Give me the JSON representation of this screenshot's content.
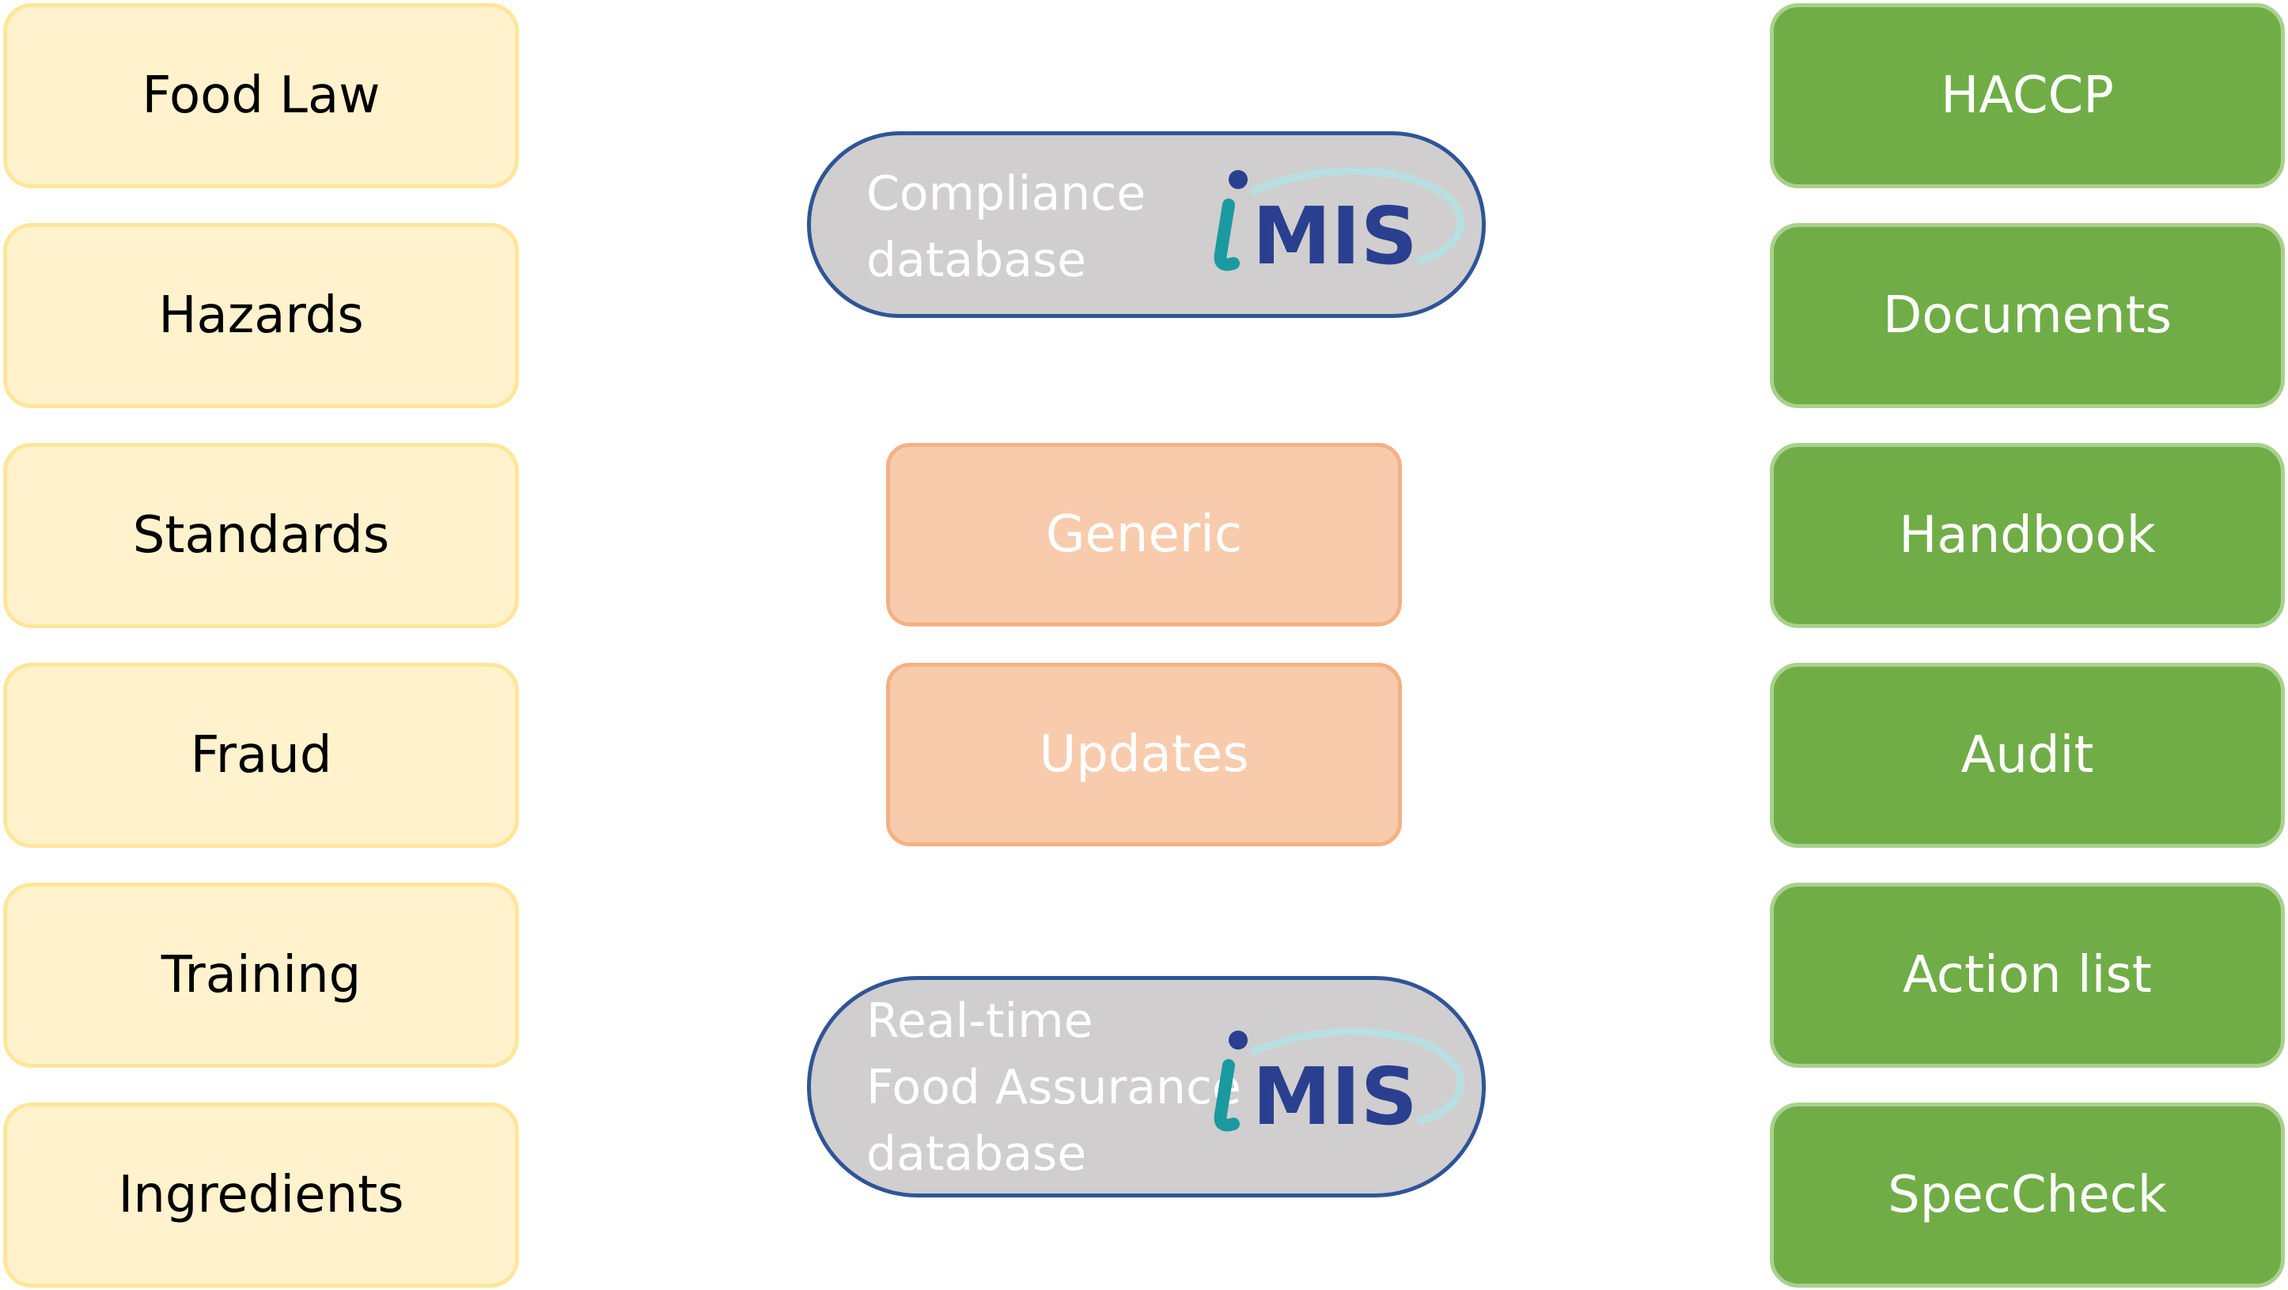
{
  "left_column": {
    "items": [
      {
        "label": "Food Law"
      },
      {
        "label": "Hazards"
      },
      {
        "label": "Standards"
      },
      {
        "label": "Fraud"
      },
      {
        "label": "Training"
      },
      {
        "label": "Ingredients"
      }
    ]
  },
  "center": {
    "compliance": {
      "lines": [
        "Compliance",
        "database"
      ],
      "logo_text": "MIS"
    },
    "generic_label": "Generic",
    "updates_label": "Updates",
    "realtime": {
      "lines": [
        "Real-time",
        "Food Assurance",
        "database"
      ],
      "logo_text": "MIS"
    }
  },
  "right_column": {
    "items": [
      {
        "label": "HACCP"
      },
      {
        "label": "Documents"
      },
      {
        "label": "Handbook"
      },
      {
        "label": "Audit"
      },
      {
        "label": "Action list"
      },
      {
        "label": "SpecCheck"
      }
    ]
  },
  "colors": {
    "left_fill": "#fff2cc",
    "left_border": "#ffe699",
    "right_fill": "#70ad47",
    "right_border": "#a9d18e",
    "mid_fill": "#f8cbad",
    "mid_border": "#f4b183",
    "pill_fill": "#d0cece",
    "pill_border": "#2f5597",
    "logo_navy": "#2a3f8f",
    "logo_teal": "#1a9aa0"
  }
}
